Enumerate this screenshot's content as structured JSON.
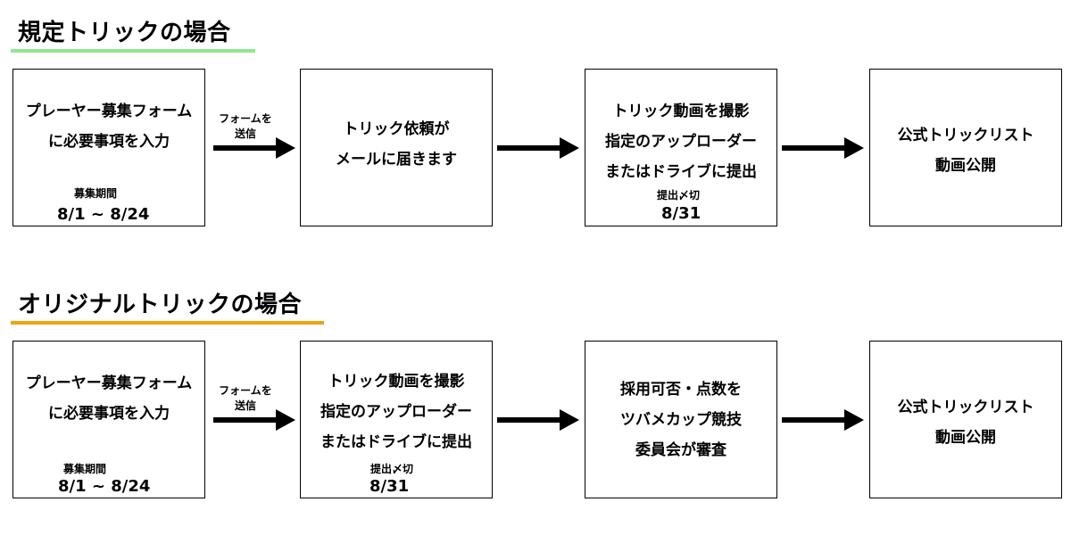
{
  "colors": {
    "underline_1": "#8fe88f",
    "underline_2": "#f0a30a"
  },
  "sections": [
    {
      "title": "規定トリックの場合",
      "steps": [
        {
          "lines": [
            "プレーヤー募集フォーム",
            "に必要事項を入力"
          ],
          "sub_label": "募集期間",
          "sub_value": "8/1 ~ 8/24"
        },
        {
          "lines": [
            "トリック依頼が",
            "メールに届きます"
          ]
        },
        {
          "lines": [
            "トリック動画を撮影",
            "指定のアップローダー",
            "またはドライブに提出"
          ],
          "sub_label": "提出〆切",
          "sub_value": "8/31"
        },
        {
          "lines": [
            "公式トリックリスト",
            "動画公開"
          ]
        }
      ],
      "arrows": [
        {
          "label_lines": [
            "フォームを",
            "送信"
          ]
        },
        {
          "label_lines": []
        },
        {
          "label_lines": []
        }
      ]
    },
    {
      "title": "オリジナルトリックの場合",
      "steps": [
        {
          "lines": [
            "プレーヤー募集フォーム",
            "に必要事項を入力"
          ],
          "sub_label": "募集期間",
          "sub_value": "8/1 ~ 8/24"
        },
        {
          "lines": [
            "トリック動画を撮影",
            "指定のアップローダー",
            "またはドライブに提出"
          ],
          "sub_label": "提出〆切",
          "sub_value": "8/31"
        },
        {
          "lines": [
            "採用可否・点数を",
            "ツバメカップ競技",
            "委員会が審査"
          ]
        },
        {
          "lines": [
            "公式トリックリスト",
            "動画公開"
          ]
        }
      ],
      "arrows": [
        {
          "label_lines": [
            "フォームを",
            "送信"
          ]
        },
        {
          "label_lines": []
        },
        {
          "label_lines": []
        }
      ]
    }
  ]
}
